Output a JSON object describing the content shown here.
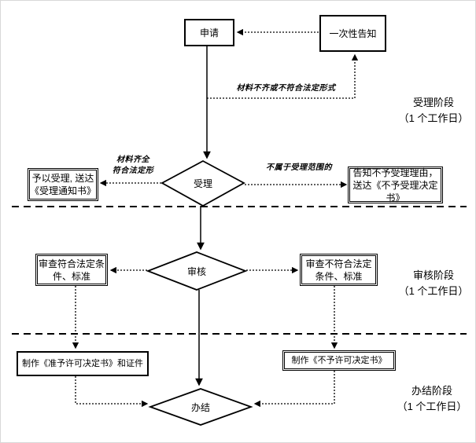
{
  "stages": [
    {
      "name": "受理阶段",
      "duration": "（1 个工作日）"
    },
    {
      "name": "审核阶段",
      "duration": "（1 个工作日）"
    },
    {
      "name": "办结阶段",
      "duration": "（1 个工作日）"
    }
  ],
  "nodes": {
    "apply": "申请",
    "one_time_notice": "一次性告知",
    "accept": "受理",
    "review": "审核",
    "complete": "办结",
    "grant_accept": "予以受理, 送达《受理通知书》",
    "reject_accept": "告知不予受理理由，送达《不予受理决定书》",
    "review_pass": "审查符合法定条件、标准",
    "review_fail": "审查不符合法定条件、标准",
    "make_permit": "制作《准予许可决定书》和证件",
    "make_deny": "制作《不予许可决定书》"
  },
  "edge_labels": {
    "materials_incomplete": "材料不齐或不符合法定形式",
    "materials_complete_line1": "材料齐全",
    "materials_complete_line2": "符合法定形",
    "not_in_scope": "不属于受理范围的"
  },
  "colors": {
    "line": "#000000",
    "background": "#ffffff"
  }
}
